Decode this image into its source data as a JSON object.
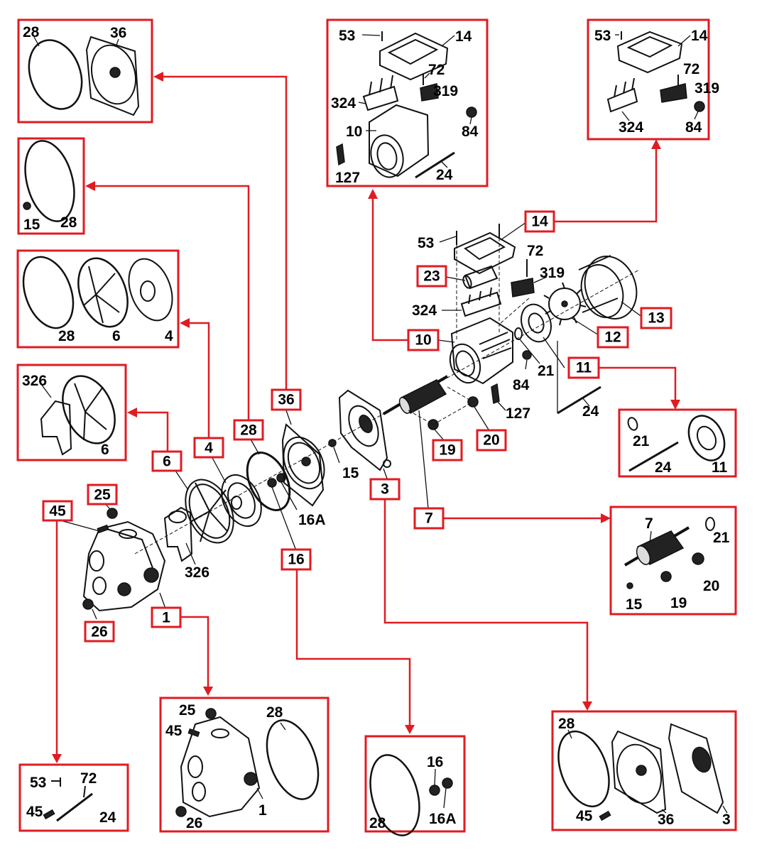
{
  "diagram": {
    "type": "exploded-parts-diagram",
    "accent_color": "#e01b22",
    "callouts": [
      {
        "id": "c45",
        "label": "45"
      },
      {
        "id": "c25",
        "label": "25"
      },
      {
        "id": "c26",
        "label": "26"
      },
      {
        "id": "c1",
        "label": "1"
      },
      {
        "id": "c6",
        "label": "6"
      },
      {
        "id": "c4",
        "label": "4"
      },
      {
        "id": "c28",
        "label": "28"
      },
      {
        "id": "c36",
        "label": "36"
      },
      {
        "id": "c16",
        "label": "16"
      },
      {
        "id": "c3",
        "label": "3"
      },
      {
        "id": "c7",
        "label": "7"
      },
      {
        "id": "c19",
        "label": "19"
      },
      {
        "id": "c20",
        "label": "20"
      },
      {
        "id": "c10",
        "label": "10"
      },
      {
        "id": "c23",
        "label": "23"
      },
      {
        "id": "c14",
        "label": "14"
      },
      {
        "id": "c11",
        "label": "11"
      },
      {
        "id": "c12",
        "label": "12"
      },
      {
        "id": "c13",
        "label": "13"
      }
    ],
    "assembly_labels": [
      {
        "id": "a53",
        "label": "53"
      },
      {
        "id": "a72",
        "label": "72"
      },
      {
        "id": "a319",
        "label": "319"
      },
      {
        "id": "a324",
        "label": "324"
      },
      {
        "id": "a21",
        "label": "21"
      },
      {
        "id": "a84",
        "label": "84"
      },
      {
        "id": "a127",
        "label": "127"
      },
      {
        "id": "a24",
        "label": "24"
      },
      {
        "id": "a15",
        "label": "15"
      },
      {
        "id": "a16A",
        "label": "16A"
      },
      {
        "id": "a326",
        "label": "326"
      }
    ],
    "kits": [
      {
        "id": "kit36",
        "source": "36",
        "parts": [
          "28",
          "36"
        ]
      },
      {
        "id": "kit28",
        "source": "28",
        "parts": [
          "15",
          "28"
        ]
      },
      {
        "id": "kit4",
        "source": "4",
        "parts": [
          "28",
          "6",
          "4"
        ]
      },
      {
        "id": "kit6",
        "source": "6",
        "parts": [
          "326",
          "6"
        ]
      },
      {
        "id": "kit10",
        "source": "10",
        "parts": [
          "53",
          "14",
          "72",
          "319",
          "324",
          "84",
          "10",
          "127",
          "24"
        ]
      },
      {
        "id": "kit14",
        "source": "14",
        "parts": [
          "53",
          "14",
          "72",
          "319",
          "324",
          "84"
        ]
      },
      {
        "id": "kit11",
        "source": "11",
        "parts": [
          "21",
          "24",
          "11"
        ]
      },
      {
        "id": "kit7",
        "source": "7",
        "parts": [
          "7",
          "21",
          "20",
          "15",
          "19"
        ]
      },
      {
        "id": "kit45",
        "source": "45",
        "parts": [
          "53",
          "72",
          "45",
          "24"
        ]
      },
      {
        "id": "kit1",
        "source": "1",
        "parts": [
          "25",
          "28",
          "45",
          "1",
          "26"
        ]
      },
      {
        "id": "kit16",
        "source": "16",
        "parts": [
          "16",
          "28",
          "16A"
        ]
      },
      {
        "id": "kit3",
        "source": "3",
        "parts": [
          "28",
          "45",
          "36",
          "3"
        ]
      }
    ]
  }
}
